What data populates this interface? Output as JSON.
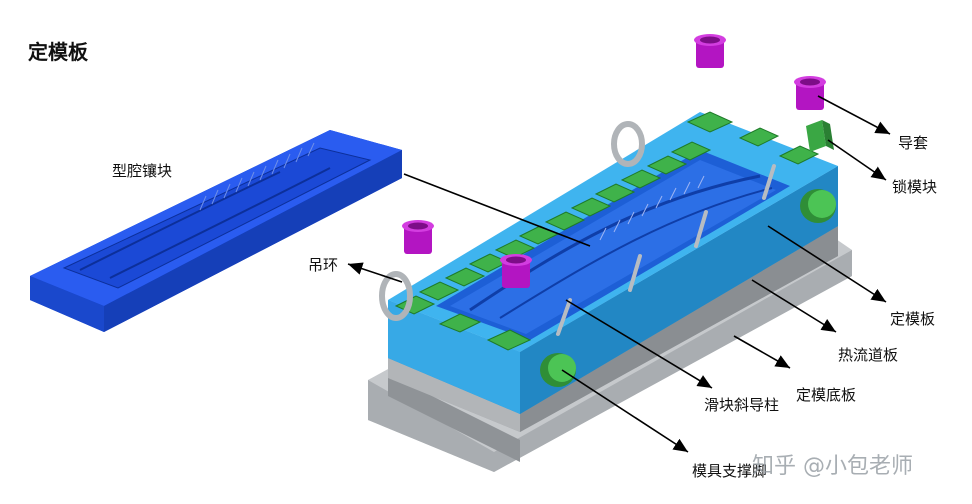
{
  "title": "定模板",
  "labels": {
    "cavity_insert": "型腔镶块",
    "lifting_ring": "吊环",
    "guide_sleeve": "导套",
    "mold_lock": "锁模块",
    "fixed_plate": "定模板",
    "hot_runner_plate": "热流道板",
    "fixed_base_plate": "定模底板",
    "slider_angle_pin": "滑块斜导柱",
    "mold_support_leg": "模具支撑脚"
  },
  "watermark": "知乎 @小包老师",
  "colors": {
    "insert_blue": "#1f4fe0",
    "plate_cyan": "#2ea0e0",
    "base_grey": "#b9bcbf",
    "green_pad": "#3fb24a",
    "sleeve_magenta": "#c21ad0",
    "arrow": "#000000"
  }
}
